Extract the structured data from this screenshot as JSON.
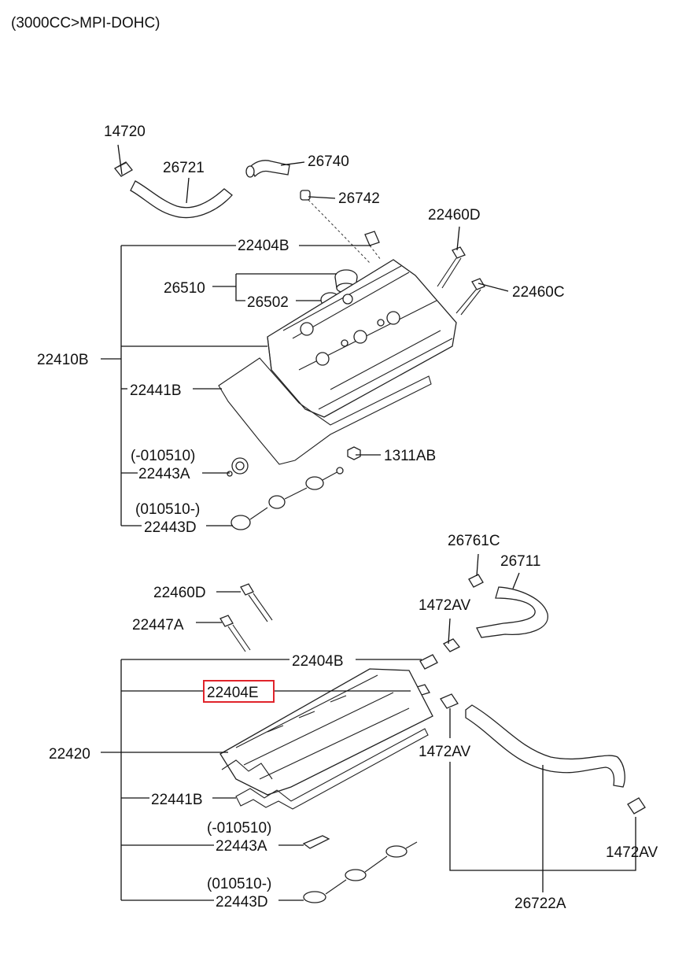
{
  "header": {
    "engine": "(3000CC>MPI-DOHC)"
  },
  "labels": {
    "p14720": "14720",
    "p26721": "26721",
    "p26740": "26740",
    "p26742": "26742",
    "p22460D_top": "22460D",
    "p22460C": "22460C",
    "p22404B_top": "22404B",
    "p26510": "26510",
    "p26502": "26502",
    "p22410B": "22410B",
    "p22441B_top": "22441B",
    "p010510_a_top": "(-010510)",
    "p22443A_top": "22443A",
    "p1311AB": "1311AB",
    "p010510_d_top": "(010510-)",
    "p22443D_top": "22443D",
    "p26761C": "26761C",
    "p26711": "26711",
    "p22460D_bot": "22460D",
    "p1472AV_a": "1472AV",
    "p22447A": "22447A",
    "p22404B_bot": "22404B",
    "p22404E": "22404E",
    "p22420": "22420",
    "p1472AV_b": "1472AV",
    "p22441B_bot": "22441B",
    "p010510_a_bot": "(-010510)",
    "p22443A_bot": "22443A",
    "p1472AV_c": "1472AV",
    "p010510_d_bot": "(010510-)",
    "p22443D_bot": "22443D",
    "p26722A": "26722A"
  },
  "highlight": {
    "part": "22404E",
    "color": "#e0242b"
  }
}
